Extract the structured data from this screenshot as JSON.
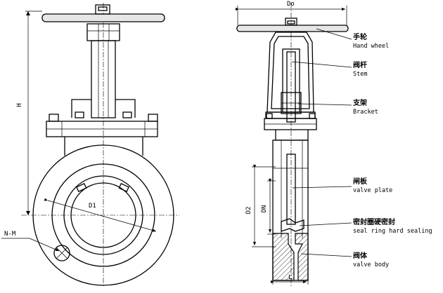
{
  "front_view": {
    "dim_height": "H",
    "dim_bore": "D1",
    "bolt_hole": "N-M"
  },
  "side_view": {
    "dim_handwheel": "Do",
    "dim_flange": "D2",
    "dim_nominal": "DN",
    "dim_length": "L"
  },
  "callouts": [
    {
      "cn": "手轮",
      "en": "Hand wheel"
    },
    {
      "cn": "阀杆",
      "en": "Stem"
    },
    {
      "cn": "支架",
      "en": "Bracket"
    },
    {
      "cn": "闸板",
      "en": "valve plate"
    },
    {
      "cn": "密封圈硬密封",
      "en": "seal ring hard sealing"
    },
    {
      "cn": "阀体",
      "en": "valve body"
    }
  ]
}
